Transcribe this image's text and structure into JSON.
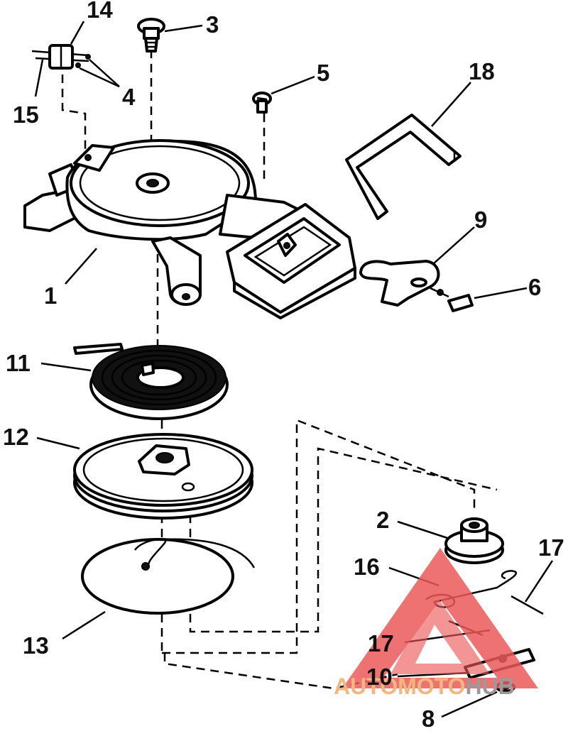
{
  "callouts": [
    "14",
    "3",
    "5",
    "18",
    "4",
    "15",
    "1",
    "9",
    "6",
    "11",
    "12",
    "2",
    "16",
    "17",
    "17",
    "13",
    "10",
    "8"
  ],
  "watermark": {
    "text_left": "AUTOMOTO",
    "text_right": "HUB",
    "color_left": "#f0b880",
    "color_right": "#9a9a9a",
    "logo_color": "#ec5a5a"
  }
}
